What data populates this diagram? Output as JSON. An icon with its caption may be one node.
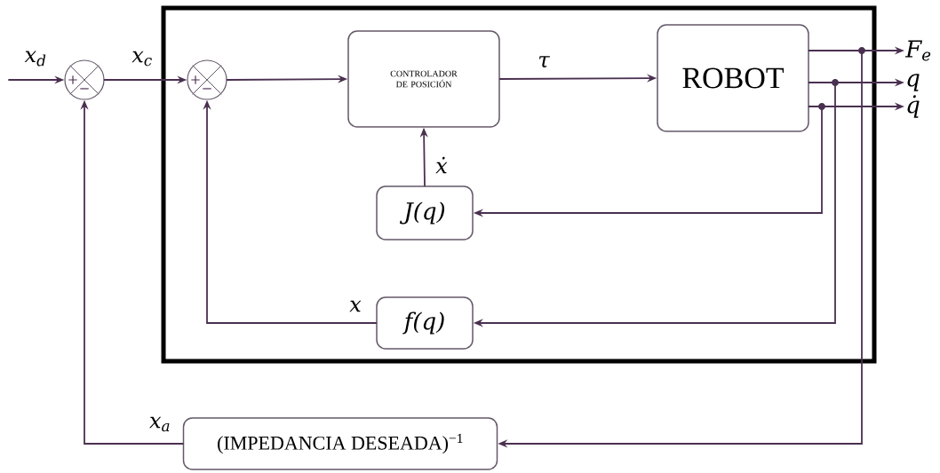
{
  "diagram": {
    "nodes": [
      {
        "text": [],
        "shape": "box"
      },
      {
        "text": [
          "+",
          "−"
        ]
      },
      {
        "text": [
          "+",
          "−"
        ],
        "in": 0
      },
      {
        "text": [
          "CONTROLADOR DE POSICIÓN"
        ],
        "in": 0
      },
      {
        "text": [
          "ROBOT"
        ],
        "in": 0
      },
      {
        "text": [
          "J(q)"
        ],
        "in": 0
      },
      {
        "text": [
          "f(q)"
        ],
        "in": 0
      },
      {
        "text": [
          "(IMPEDANCIA DESEADA)$^{−1}$"
        ]
      },
      {
        "text": [
          "F$_{e}$"
        ]
      },
      {
        "text": [
          "q"
        ]
      },
      {
        "text": [
          "q̇"
        ]
      }
    ],
    "edges": [
      {
        "from": null,
        "to": 1,
        "arrow": "to",
        "label": "x$_{d}$"
      },
      {
        "from": 1,
        "to": 2,
        "arrow": "to",
        "label": "x$_{c}$"
      },
      {
        "from": 2,
        "to": 3,
        "arrow": "to"
      },
      {
        "from": 3,
        "to": 4,
        "arrow": "to",
        "label": "τ"
      },
      {
        "from": 4,
        "to": 8,
        "arrow": "to"
      },
      {
        "from": 4,
        "to": 9,
        "arrow": "to"
      },
      {
        "from": 4,
        "to": 10,
        "arrow": "to"
      },
      {
        "from": 4,
        "to": 5,
        "arrow": "to"
      },
      {
        "from": 4,
        "to": 6,
        "arrow": "to"
      },
      {
        "from": 4,
        "to": 7,
        "arrow": "to"
      },
      {
        "from": 5,
        "to": 3,
        "arrow": "to",
        "label": "ẋ"
      },
      {
        "from": 6,
        "to": 2,
        "arrow": "to",
        "label": "x"
      },
      {
        "from": 7,
        "to": 1,
        "arrow": "to",
        "label": "x$_{a}$"
      }
    ]
  }
}
